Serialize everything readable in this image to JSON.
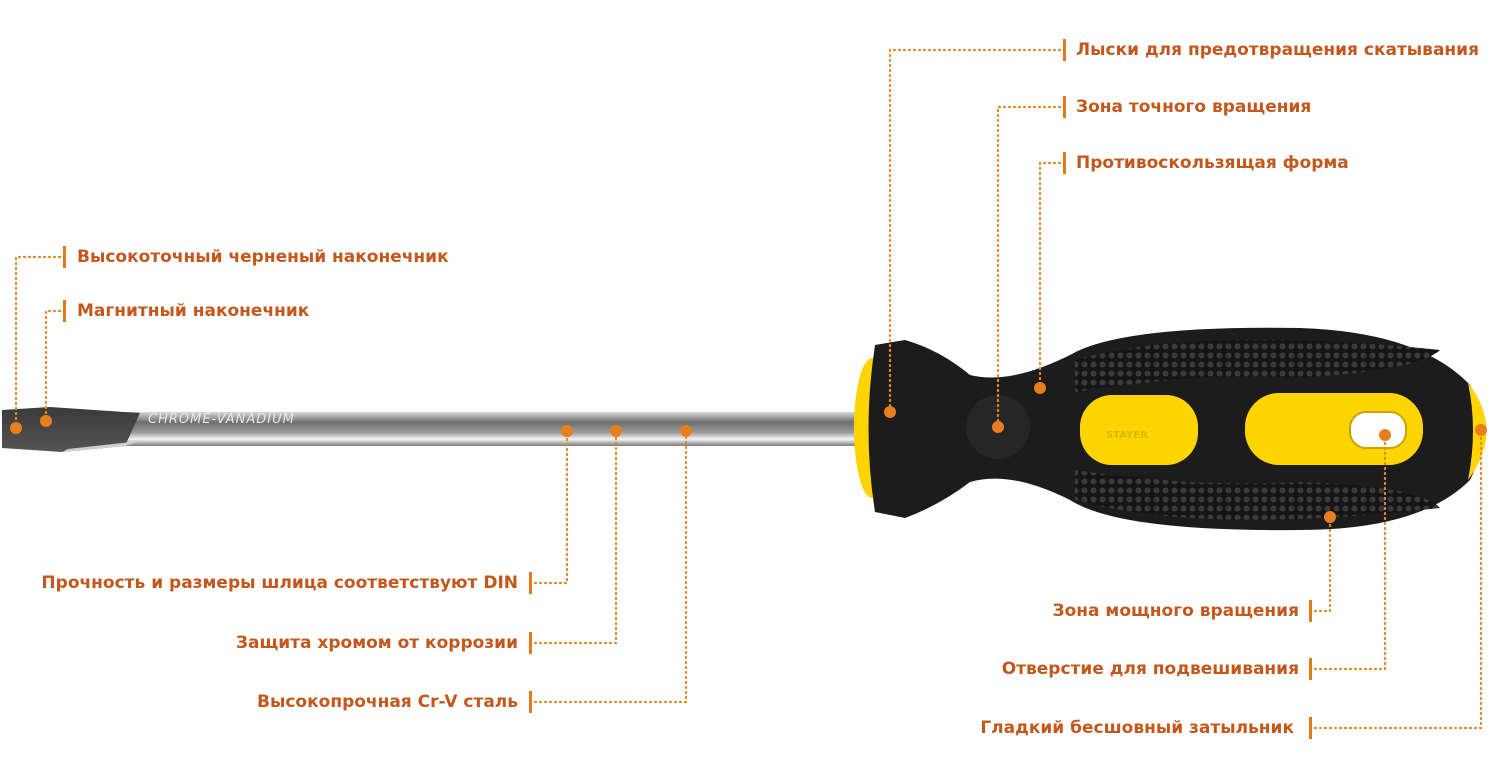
{
  "product": {
    "shaft_engraving": "CHROME-VANADIUM",
    "handle_brand": "STAYER"
  },
  "callouts": {
    "top_right": [
      {
        "label": "Лыски для предотвращения скатывания"
      },
      {
        "label": "Зона точного вращения"
      },
      {
        "label": "Противоскользящая форма"
      }
    ],
    "top_left": [
      {
        "label": "Высокоточный черненый наконечник"
      },
      {
        "label": "Магнитный наконечник"
      }
    ],
    "bottom_left": [
      {
        "label": "Прочность и размеры шлица соответствуют DIN"
      },
      {
        "label": "Защита хромом от коррозии"
      },
      {
        "label": "Высокопрочная Cr-V сталь"
      }
    ],
    "bottom_right": [
      {
        "label": "Зона мощного вращения"
      },
      {
        "label": "Отверстие для подвешивания"
      },
      {
        "label": "Гладкий бесшовный затыльник"
      }
    ]
  },
  "colors": {
    "label_text": "#c4581c",
    "marker": "#e87f1c",
    "handle_yellow": "#ffd400",
    "handle_black": "#1c1c1c"
  }
}
